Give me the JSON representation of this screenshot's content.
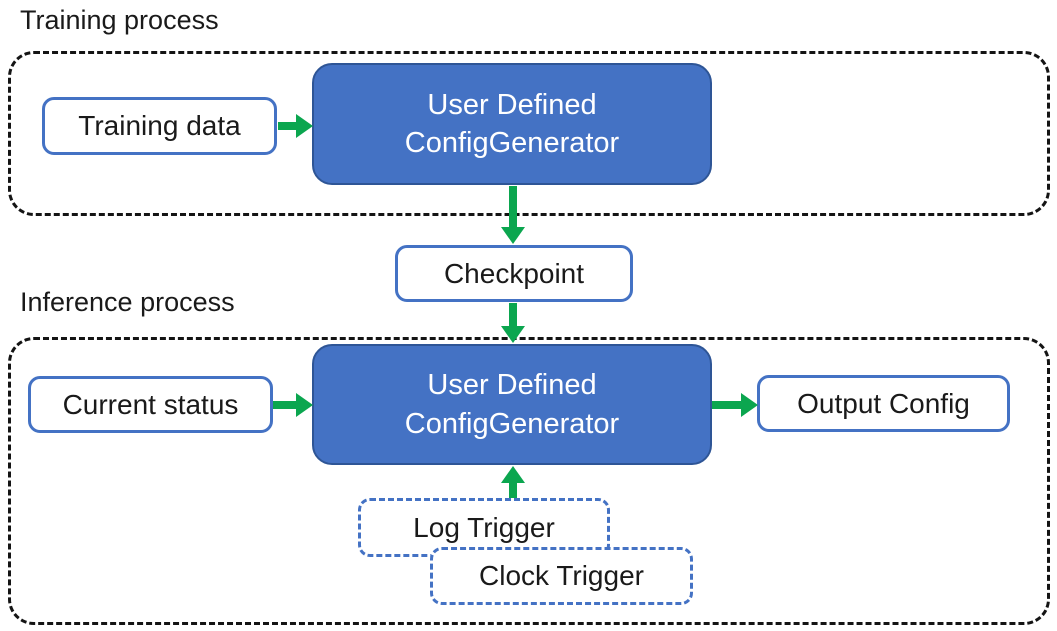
{
  "colors": {
    "generator_fill": "#4472C4",
    "generator_border": "#2E5596",
    "io_box_border": "#4472C4",
    "trigger_border": "#4472C4",
    "arrow_green": "#0BA64F",
    "container_dash": "#141414",
    "text": "#1A1A1A"
  },
  "training": {
    "title": "Training process",
    "input_label": "Training data",
    "generator_line1": "User Defined",
    "generator_line2": "ConfigGenerator"
  },
  "checkpoint": {
    "label": "Checkpoint"
  },
  "inference": {
    "title": "Inference process",
    "input_label": "Current status",
    "generator_line1": "User Defined",
    "generator_line2": "ConfigGenerator",
    "output_label": "Output Config",
    "triggers": [
      "Log Trigger",
      "Clock Trigger"
    ]
  }
}
